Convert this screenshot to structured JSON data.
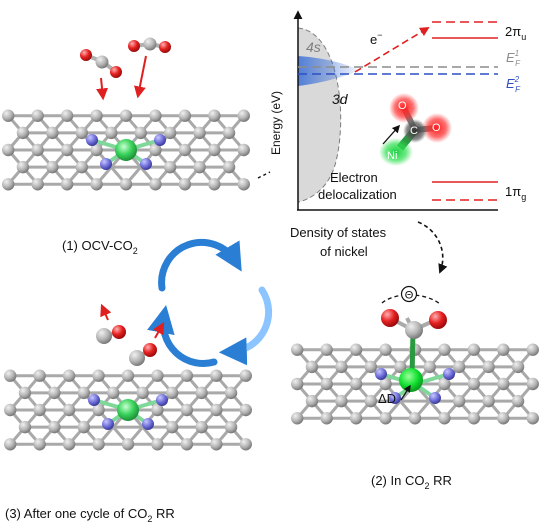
{
  "captions": {
    "stage1": "(1) OCV-CO",
    "stage1_sub": "2",
    "stage2": "(2) In CO",
    "stage2_sub": "2",
    "stage2_suffix": " RR",
    "stage3": "(3) After one cycle of CO",
    "stage3_sub": "2",
    "stage3_suffix": " RR"
  },
  "energy_diagram": {
    "y_axis_label": "Energy (eV)",
    "x_axis_label_line1": "Density of states",
    "x_axis_label_line2": "of nickel",
    "orbital_4s": "4s",
    "orbital_3d": "3d",
    "electron": "e",
    "electron_sup": "−",
    "level_2pi": "2π",
    "level_2pi_sub": "u",
    "level_ef1": "E",
    "level_ef1_sup": "1",
    "level_ef1_sub": "F",
    "level_ef2": "E",
    "level_ef2_sup": "2",
    "level_ef2_sub": "F",
    "level_1pi": "1π",
    "level_1pi_sub": "g",
    "delocalization_line1": "Electron",
    "delocalization_line2": "delocalization",
    "atom_o": "O",
    "atom_c": "C",
    "atom_ni": "Ni"
  },
  "stage2_labels": {
    "charge": "Θ",
    "delta_d": "ΔD"
  },
  "colors": {
    "ef1_line": "#8c8c8c",
    "ef2_line": "#2f4fc4",
    "level_red": "#e02020",
    "dos_blue": "#3a6fd8",
    "dos_gray": "#c8c8c8",
    "cycle_arrow": "#2a7fd4",
    "ni_green": "#33cc55",
    "nitrogen": "#7a7ad8",
    "oxygen": "#e02020"
  }
}
